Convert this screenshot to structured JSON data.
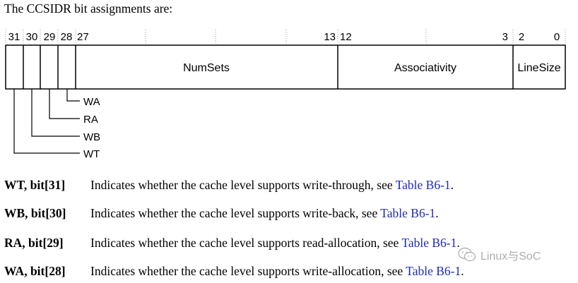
{
  "intro": "The CCSIDR bit assignments are:",
  "register": {
    "bit_labels": [
      "31",
      "30",
      "29",
      "28",
      "27",
      "13",
      "12",
      "3",
      "2",
      "0"
    ],
    "fields": {
      "numsets": "NumSets",
      "associativity": "Associativity",
      "linesize": "LineSize"
    },
    "flags": [
      "WA",
      "RA",
      "WB",
      "WT"
    ]
  },
  "descriptions": [
    {
      "name": "WT, bit[31]",
      "text": "Indicates whether the cache level supports write-through, see ",
      "link": "Table B6-1",
      "end": "."
    },
    {
      "name": "WB, bit[30]",
      "text": "Indicates whether the cache level supports write-back, see ",
      "link": "Table B6-1",
      "end": "."
    },
    {
      "name": "RA, bit[29]",
      "text": "Indicates whether the cache level supports read-allocation, see ",
      "link": "Table B6-1",
      "end": "."
    },
    {
      "name": "WA, bit[28]",
      "text": "Indicates whether the cache level supports write-allocation, see ",
      "link": "Table B6-1",
      "end": "."
    }
  ],
  "watermark": "Linux与SoC",
  "watermark_icon": "wechat-icon"
}
